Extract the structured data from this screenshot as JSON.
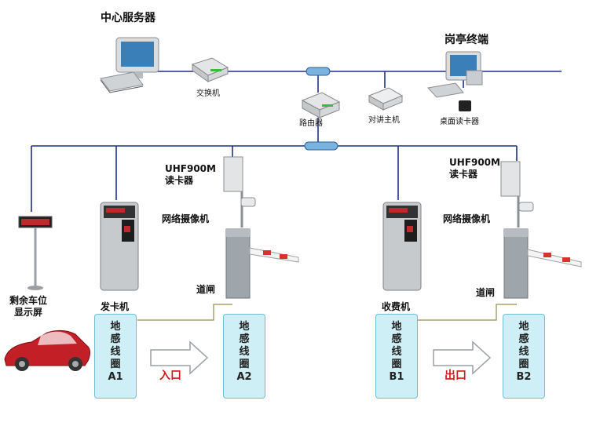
{
  "nodes": {
    "server": "中心服务器",
    "switch": "交换机",
    "router": "路由器",
    "intercom": "对讲主机",
    "booth": "岗亭终端",
    "desk_reader": "桌面读卡器",
    "uhf_left": "UHF900M\n读卡器",
    "uhf_right": "UHF900M\n读卡器",
    "camera_left": "网络摄像机",
    "camera_right": "网络摄像机",
    "gate_left": "道闸",
    "gate_right": "道闸",
    "remaining_display": "剩余车位\n显示屏",
    "card_dispenser": "发卡机",
    "toll_machine": "收费机"
  },
  "loops": [
    {
      "lines": [
        "地",
        "感",
        "线",
        "圈",
        "A1"
      ]
    },
    {
      "lines": [
        "地",
        "感",
        "线",
        "圈",
        "A2"
      ]
    },
    {
      "lines": [
        "地",
        "感",
        "线",
        "圈",
        "B1"
      ]
    },
    {
      "lines": [
        "地",
        "感",
        "线",
        "圈",
        "B2"
      ]
    }
  ],
  "flows": {
    "entry": "入口",
    "exit": "出口"
  },
  "colors": {
    "network_line": "#1f2f8c",
    "signal_line": "#9c8a4a",
    "loop_fill": "#cfeff6",
    "accent_red": "#d11a1a"
  }
}
